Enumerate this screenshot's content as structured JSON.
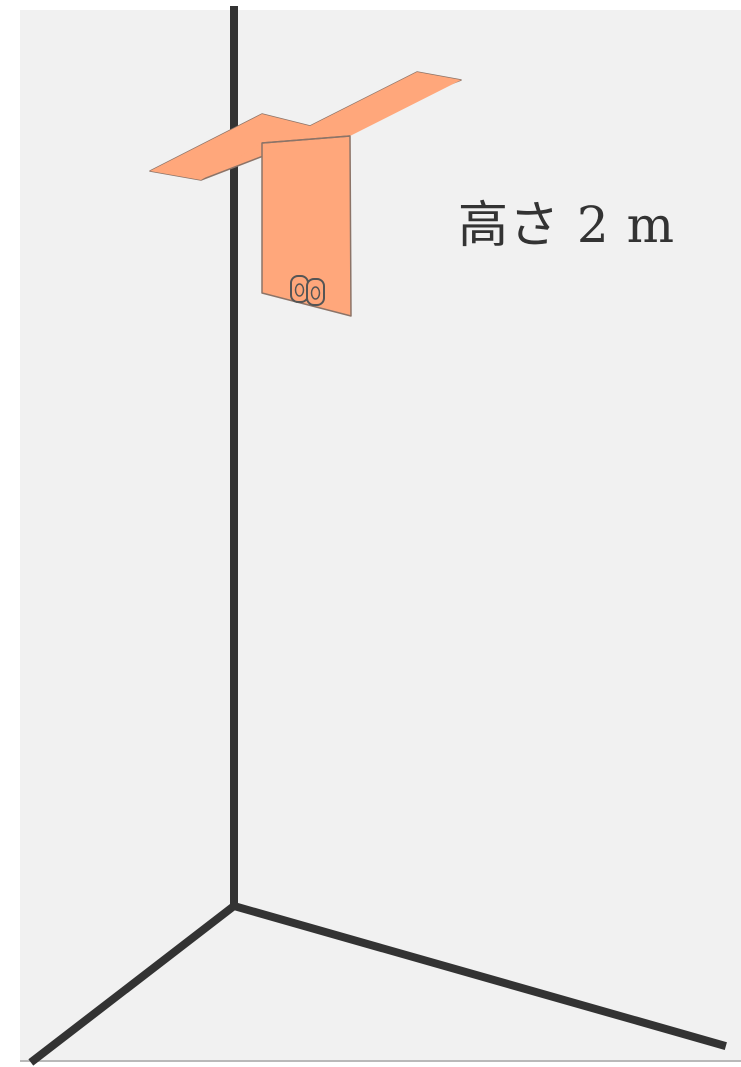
{
  "label": {
    "height_prefix": "高さ",
    "height_value": "2 m"
  },
  "colors": {
    "background": "#f1f1f1",
    "wall_lines": "#333333",
    "fixture_fill": "#ffa77b",
    "fixture_outline": "#8c7468",
    "text": "#333333"
  },
  "icons": {
    "fixture": "ceiling-mounted-wall-fixture",
    "outlets": "double-outlet-icon"
  }
}
